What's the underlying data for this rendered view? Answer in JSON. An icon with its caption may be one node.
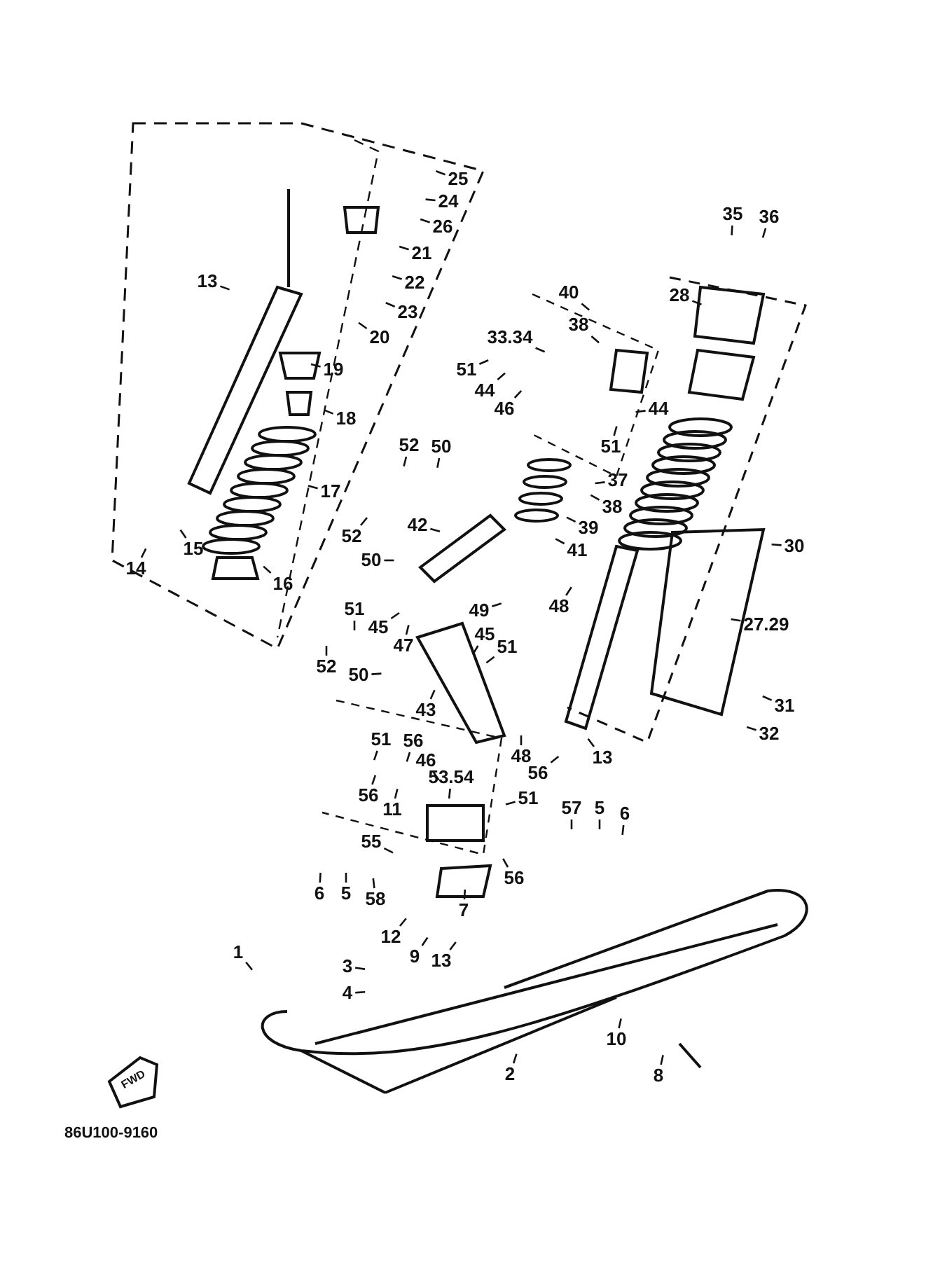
{
  "diagram": {
    "nodes": [
      {
        "text": [
          "25"
        ]
      },
      {
        "text": [
          "24"
        ]
      },
      {
        "text": [
          "26"
        ]
      },
      {
        "text": [
          "21"
        ]
      },
      {
        "text": [
          "22"
        ]
      },
      {
        "text": [
          "13"
        ]
      },
      {
        "text": [
          "23"
        ]
      },
      {
        "text": [
          "20"
        ]
      },
      {
        "text": [
          "19"
        ]
      },
      {
        "text": [
          "18"
        ]
      },
      {
        "text": [
          "17"
        ]
      },
      {
        "text": [
          "15"
        ]
      },
      {
        "text": [
          "14"
        ]
      },
      {
        "text": [
          "16"
        ]
      },
      {
        "text": [
          "35"
        ]
      },
      {
        "text": [
          "36"
        ]
      },
      {
        "text": [
          "40"
        ]
      },
      {
        "text": [
          "28"
        ]
      },
      {
        "text": [
          "38"
        ]
      },
      {
        "text": [
          "33.34"
        ]
      },
      {
        "text": [
          "51"
        ]
      },
      {
        "text": [
          "44"
        ]
      },
      {
        "text": [
          "46"
        ]
      },
      {
        "text": [
          "44"
        ]
      },
      {
        "text": [
          "51"
        ]
      },
      {
        "text": [
          "52"
        ]
      },
      {
        "text": [
          "50"
        ]
      },
      {
        "text": [
          "37"
        ]
      },
      {
        "text": [
          "38"
        ]
      },
      {
        "text": [
          "42"
        ]
      },
      {
        "text": [
          "52"
        ]
      },
      {
        "text": [
          "50"
        ]
      },
      {
        "text": [
          "39"
        ]
      },
      {
        "text": [
          "41"
        ]
      },
      {
        "text": [
          "30"
        ]
      },
      {
        "text": [
          "49"
        ]
      },
      {
        "text": [
          "48"
        ]
      },
      {
        "text": [
          "51"
        ]
      },
      {
        "text": [
          "45"
        ]
      },
      {
        "text": [
          "47"
        ]
      },
      {
        "text": [
          "45"
        ]
      },
      {
        "text": [
          "51"
        ]
      },
      {
        "text": [
          "27.29"
        ]
      },
      {
        "text": [
          "52"
        ]
      },
      {
        "text": [
          "50"
        ]
      },
      {
        "text": [
          "43"
        ]
      },
      {
        "text": [
          "31"
        ]
      },
      {
        "text": [
          "13"
        ]
      },
      {
        "text": [
          "32"
        ]
      },
      {
        "text": [
          "48"
        ]
      },
      {
        "text": [
          "51"
        ]
      },
      {
        "text": [
          "56"
        ]
      },
      {
        "text": [
          "46"
        ]
      },
      {
        "text": [
          "53.54"
        ]
      },
      {
        "text": [
          "56"
        ]
      },
      {
        "text": [
          "51"
        ]
      },
      {
        "text": [
          "56"
        ]
      },
      {
        "text": [
          "11"
        ]
      },
      {
        "text": [
          "57"
        ]
      },
      {
        "text": [
          "5"
        ]
      },
      {
        "text": [
          "6"
        ]
      },
      {
        "text": [
          "55"
        ]
      },
      {
        "text": [
          "6"
        ]
      },
      {
        "text": [
          "5"
        ]
      },
      {
        "text": [
          "58"
        ]
      },
      {
        "text": [
          "56"
        ]
      },
      {
        "text": [
          "7"
        ]
      },
      {
        "text": [
          "12"
        ]
      },
      {
        "text": [
          "9"
        ]
      },
      {
        "text": [
          "13"
        ]
      },
      {
        "text": [
          "1"
        ]
      },
      {
        "text": [
          "3"
        ]
      },
      {
        "text": [
          "4"
        ]
      },
      {
        "text": [
          "10"
        ]
      },
      {
        "text": [
          "8"
        ]
      },
      {
        "text": [
          "2"
        ]
      }
    ],
    "edges": [
      {
        "from": 0,
        "to": null,
        "arrow": "none"
      },
      {
        "from": 1,
        "to": null,
        "arrow": "none"
      },
      {
        "from": 2,
        "to": null,
        "arrow": "none"
      },
      {
        "from": 3,
        "to": null,
        "arrow": "none"
      },
      {
        "from": 4,
        "to": null,
        "arrow": "none"
      },
      {
        "from": 5,
        "to": null,
        "arrow": "none"
      },
      {
        "from": 6,
        "to": null,
        "arrow": "none"
      },
      {
        "from": 7,
        "to": null,
        "arrow": "none"
      },
      {
        "from": 8,
        "to": null,
        "arrow": "none"
      },
      {
        "from": 9,
        "to": null,
        "arrow": "none"
      },
      {
        "from": 10,
        "to": null,
        "arrow": "none"
      },
      {
        "from": 11,
        "to": null,
        "arrow": "none"
      },
      {
        "from": 12,
        "to": null,
        "arrow": "none"
      },
      {
        "from": 13,
        "to": null,
        "arrow": "none"
      },
      {
        "from": 14,
        "to": null,
        "arrow": "none"
      },
      {
        "from": 15,
        "to": null,
        "arrow": "none"
      },
      {
        "from": 16,
        "to": null,
        "arrow": "none"
      },
      {
        "from": 17,
        "to": null,
        "arrow": "none"
      },
      {
        "from": 18,
        "to": null,
        "arrow": "none"
      },
      {
        "from": 19,
        "to": null,
        "arrow": "none"
      },
      {
        "from": 20,
        "to": null,
        "arrow": "none"
      },
      {
        "from": 21,
        "to": null,
        "arrow": "none"
      },
      {
        "from": 22,
        "to": null,
        "arrow": "none"
      },
      {
        "from": 23,
        "to": null,
        "arrow": "none"
      },
      {
        "from": 24,
        "to": null,
        "arrow": "none"
      },
      {
        "from": 25,
        "to": null,
        "arrow": "none"
      },
      {
        "from": 26,
        "to": null,
        "arrow": "none"
      },
      {
        "from": 27,
        "to": null,
        "arrow": "none"
      },
      {
        "from": 28,
        "to": null,
        "arrow": "none"
      },
      {
        "from": 29,
        "to": null,
        "arrow": "none"
      },
      {
        "from": 30,
        "to": null,
        "arrow": "none"
      },
      {
        "from": 31,
        "to": null,
        "arrow": "none"
      },
      {
        "from": 32,
        "to": null,
        "arrow": "none"
      },
      {
        "from": 33,
        "to": null,
        "arrow": "none"
      },
      {
        "from": 34,
        "to": null,
        "arrow": "none"
      },
      {
        "from": 35,
        "to": null,
        "arrow": "none"
      },
      {
        "from": 36,
        "to": null,
        "arrow": "none"
      },
      {
        "from": 37,
        "to": null,
        "arrow": "none"
      },
      {
        "from": 38,
        "to": null,
        "arrow": "none"
      },
      {
        "from": 39,
        "to": null,
        "arrow": "none"
      },
      {
        "from": 40,
        "to": null,
        "arrow": "none"
      },
      {
        "from": 41,
        "to": null,
        "arrow": "none"
      },
      {
        "from": 42,
        "to": null,
        "arrow": "none"
      },
      {
        "from": 43,
        "to": null,
        "arrow": "none"
      },
      {
        "from": 44,
        "to": null,
        "arrow": "none"
      },
      {
        "from": 45,
        "to": null,
        "arrow": "none"
      },
      {
        "from": 46,
        "to": null,
        "arrow": "none"
      },
      {
        "from": 47,
        "to": null,
        "arrow": "none"
      },
      {
        "from": 48,
        "to": null,
        "arrow": "none"
      },
      {
        "from": 49,
        "to": null,
        "arrow": "none"
      },
      {
        "from": 50,
        "to": null,
        "arrow": "none"
      },
      {
        "from": 51,
        "to": null,
        "arrow": "none"
      },
      {
        "from": 52,
        "to": null,
        "arrow": "none"
      },
      {
        "from": 53,
        "to": null,
        "arrow": "none"
      },
      {
        "from": 54,
        "to": null,
        "arrow": "none"
      },
      {
        "from": 55,
        "to": null,
        "arrow": "none"
      },
      {
        "from": 56,
        "to": null,
        "arrow": "none"
      },
      {
        "from": 57,
        "to": null,
        "arrow": "none"
      },
      {
        "from": 58,
        "to": null,
        "arrow": "none"
      },
      {
        "from": 59,
        "to": null,
        "arrow": "none"
      },
      {
        "from": 60,
        "to": null,
        "arrow": "none"
      },
      {
        "from": 61,
        "to": null,
        "arrow": "none"
      },
      {
        "from": 62,
        "to": null,
        "arrow": "none"
      },
      {
        "from": 63,
        "to": null,
        "arrow": "none"
      },
      {
        "from": 64,
        "to": null,
        "arrow": "none"
      },
      {
        "from": 65,
        "to": null,
        "arrow": "none"
      },
      {
        "from": 66,
        "to": null,
        "arrow": "none"
      },
      {
        "from": 67,
        "to": null,
        "arrow": "none"
      },
      {
        "from": 68,
        "to": null,
        "arrow": "none"
      },
      {
        "from": 69,
        "to": null,
        "arrow": "none"
      },
      {
        "from": 70,
        "to": null,
        "arrow": "none"
      },
      {
        "from": 71,
        "to": null,
        "arrow": "none"
      },
      {
        "from": 72,
        "to": null,
        "arrow": "none"
      },
      {
        "from": 73,
        "to": null,
        "arrow": "none"
      },
      {
        "from": 74,
        "to": null,
        "arrow": "none"
      },
      {
        "from": 75,
        "to": null,
        "arrow": "none"
      }
    ],
    "labels": [
      "FWD",
      "86U100-9160"
    ]
  }
}
